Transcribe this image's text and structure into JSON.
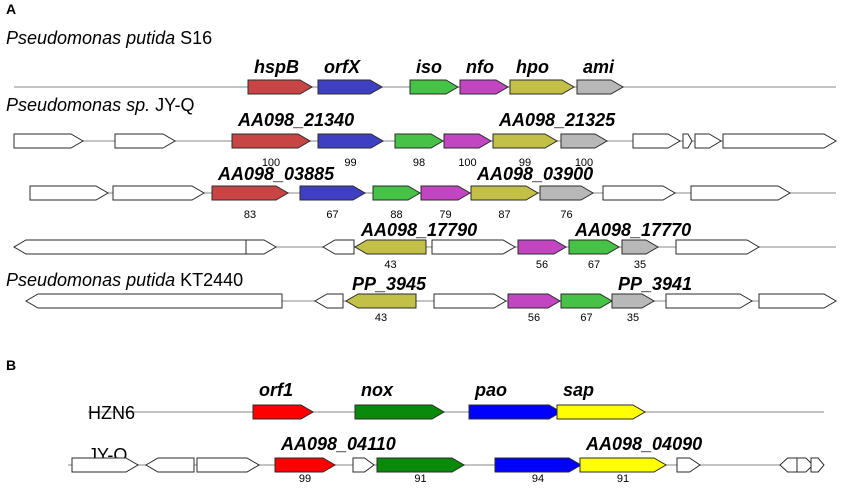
{
  "panels": [
    {
      "letter": "A",
      "tracks": [
        {
          "genome_parts": [
            [
              "Pseudomonas putida",
              true
            ],
            [
              " S16",
              false
            ]
          ],
          "genes": [
            {
              "label": "hspB",
              "color": "#c94444",
              "dir": 1
            },
            {
              "label": "orfX",
              "color": "#3f3fc4",
              "dir": 1
            },
            {
              "label": "iso",
              "color": "#46c246",
              "dir": 1
            },
            {
              "label": "nfo",
              "color": "#c246c2",
              "dir": 1
            },
            {
              "label": "hpo",
              "color": "#c2c046",
              "dir": 1
            },
            {
              "label": "ami",
              "color": "#b8b8b8",
              "dir": 1
            }
          ]
        },
        {
          "genome_parts": [
            [
              "Pseudomonas sp.",
              true
            ],
            [
              " JY-Q",
              false
            ]
          ],
          "genes": [
            {
              "label": "",
              "color": "#ffffff",
              "dir": 1
            },
            {
              "label": "",
              "color": "#ffffff",
              "dir": 1
            },
            {
              "label": "AA098_21340",
              "color": "#c94444",
              "dir": 1,
              "identity": "100"
            },
            {
              "label": "",
              "color": "#3f3fc4",
              "dir": 1,
              "identity": "99"
            },
            {
              "label": "",
              "color": "#46c246",
              "dir": 1,
              "identity": "98"
            },
            {
              "label": "",
              "color": "#c246c2",
              "dir": 1,
              "identity": "100"
            },
            {
              "label": "AA098_21325",
              "color": "#c2c046",
              "dir": 1,
              "identity": "99"
            },
            {
              "label": "",
              "color": "#b8b8b8",
              "dir": 1,
              "identity": "100"
            },
            {
              "label": "",
              "color": "#ffffff",
              "dir": 1
            },
            {
              "label": "",
              "color": "#ffffff",
              "dir": 1
            },
            {
              "label": "",
              "color": "#ffffff",
              "dir": 1
            },
            {
              "label": "",
              "color": "#ffffff",
              "dir": 1
            }
          ]
        },
        {
          "genome_parts": [],
          "genes": [
            {
              "label": "",
              "color": "#ffffff",
              "dir": 1
            },
            {
              "label": "",
              "color": "#ffffff",
              "dir": 1
            },
            {
              "label": "AA098_03885",
              "color": "#c94444",
              "dir": 1,
              "identity": "83"
            },
            {
              "label": "",
              "color": "#3f3fc4",
              "dir": 1,
              "identity": "67"
            },
            {
              "label": "",
              "color": "#46c246",
              "dir": 1,
              "identity": "88"
            },
            {
              "label": "",
              "color": "#c246c2",
              "dir": 1,
              "identity": "79"
            },
            {
              "label": "AA098_03900",
              "color": "#c2c046",
              "dir": 1,
              "identity": "87"
            },
            {
              "label": "",
              "color": "#b8b8b8",
              "dir": 1,
              "identity": "76"
            },
            {
              "label": "",
              "color": "#ffffff",
              "dir": 1
            },
            {
              "label": "",
              "color": "#ffffff",
              "dir": 1
            }
          ]
        },
        {
          "genome_parts": [],
          "genes": [
            {
              "label": "",
              "color": "#ffffff",
              "dir": -1
            },
            {
              "label": "",
              "color": "#ffffff",
              "dir": 1
            },
            {
              "label": "",
              "color": "#ffffff",
              "dir": -1
            },
            {
              "label": "AA098_17790",
              "color": "#c2c046",
              "dir": -1,
              "identity": "43"
            },
            {
              "label": "",
              "color": "#ffffff",
              "dir": 1
            },
            {
              "label": "",
              "color": "#c246c2",
              "dir": 1,
              "identity": "56"
            },
            {
              "label": "AA098_17770",
              "color": "#46c246",
              "dir": 1,
              "identity": "67"
            },
            {
              "label": "",
              "color": "#b8b8b8",
              "dir": 1,
              "identity": "35"
            },
            {
              "label": "",
              "color": "#ffffff",
              "dir": 1
            }
          ]
        },
        {
          "genome_parts": [
            [
              "Pseudomonas putida",
              true
            ],
            [
              " KT2440",
              false
            ]
          ],
          "genes": [
            {
              "label": "",
              "color": "#ffffff",
              "dir": -1
            },
            {
              "label": "",
              "color": "#ffffff",
              "dir": -1
            },
            {
              "label": "PP_3945",
              "color": "#c2c046",
              "dir": -1,
              "identity": "43"
            },
            {
              "label": "",
              "color": "#ffffff",
              "dir": 1
            },
            {
              "label": "",
              "color": "#c246c2",
              "dir": 1,
              "identity": "56"
            },
            {
              "label": "",
              "color": "#46c246",
              "dir": 1,
              "identity": "67"
            },
            {
              "label": "PP_3941",
              "color": "#b8b8b8",
              "dir": 1,
              "identity": "35"
            },
            {
              "label": "",
              "color": "#ffffff",
              "dir": 1
            },
            {
              "label": "",
              "color": "#ffffff",
              "dir": 1
            }
          ]
        }
      ]
    },
    {
      "letter": "B",
      "tracks": [
        {
          "genome_parts": [
            [
              "HZN6",
              false
            ]
          ],
          "genes": [
            {
              "label": "orf1",
              "color": "#ff0000",
              "dir": 1
            },
            {
              "label": "nox",
              "color": "#0a8a0a",
              "dir": 1
            },
            {
              "label": "pao",
              "color": "#0000ff",
              "dir": 1
            },
            {
              "label": "sap",
              "color": "#ffff00",
              "dir": 1
            }
          ]
        },
        {
          "genome_parts": [
            [
              "JY-Q",
              false
            ]
          ],
          "genes": [
            {
              "label": "",
              "color": "#ffffff",
              "dir": 1
            },
            {
              "label": "",
              "color": "#ffffff",
              "dir": -1
            },
            {
              "label": "",
              "color": "#ffffff",
              "dir": 1
            },
            {
              "label": "AA098_04110",
              "color": "#ff0000",
              "dir": 1,
              "identity": "99"
            },
            {
              "label": "",
              "color": "#ffffff",
              "dir": 1
            },
            {
              "label": "",
              "color": "#0a8a0a",
              "dir": 1,
              "identity": "91"
            },
            {
              "label": "",
              "color": "#0000ff",
              "dir": 1,
              "identity": "94"
            },
            {
              "label": "AA098_04090",
              "color": "#ffff00",
              "dir": 1,
              "identity": "91"
            },
            {
              "label": "",
              "color": "#ffffff",
              "dir": 1
            },
            {
              "label": "",
              "color": "#ffffff",
              "dir": -1
            },
            {
              "label": "",
              "color": "#ffffff",
              "dir": 1
            },
            {
              "label": "",
              "color": "#ffffff",
              "dir": 1
            }
          ]
        }
      ]
    }
  ]
}
